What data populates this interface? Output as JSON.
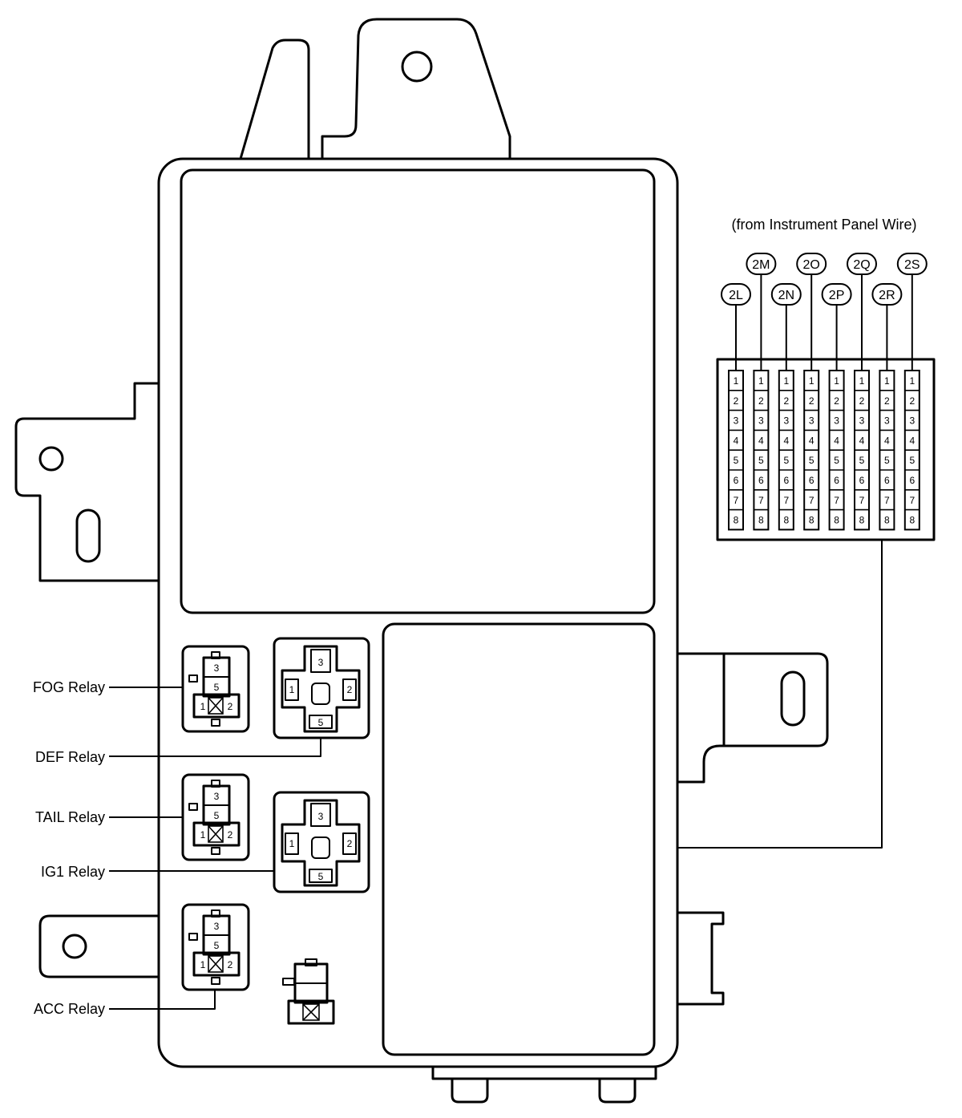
{
  "source_label": "(from Instrument Panel Wire)",
  "connectors": [
    {
      "id": "2L",
      "pins": [
        "1",
        "2",
        "3",
        "4",
        "5",
        "6",
        "7",
        "8"
      ]
    },
    {
      "id": "2M",
      "pins": [
        "1",
        "2",
        "3",
        "4",
        "5",
        "6",
        "7",
        "8"
      ]
    },
    {
      "id": "2N",
      "pins": [
        "1",
        "2",
        "3",
        "4",
        "5",
        "6",
        "7",
        "8"
      ]
    },
    {
      "id": "2O",
      "pins": [
        "1",
        "2",
        "3",
        "4",
        "5",
        "6",
        "7",
        "8"
      ]
    },
    {
      "id": "2P",
      "pins": [
        "1",
        "2",
        "3",
        "4",
        "5",
        "6",
        "7",
        "8"
      ]
    },
    {
      "id": "2Q",
      "pins": [
        "1",
        "2",
        "3",
        "4",
        "5",
        "6",
        "7",
        "8"
      ]
    },
    {
      "id": "2R",
      "pins": [
        "1",
        "2",
        "3",
        "4",
        "5",
        "6",
        "7",
        "8"
      ]
    },
    {
      "id": "2S",
      "pins": [
        "1",
        "2",
        "3",
        "4",
        "5",
        "6",
        "7",
        "8"
      ]
    }
  ],
  "relays": {
    "fog": {
      "label": "FOG Relay",
      "pins": [
        "3",
        "5",
        "1",
        "2"
      ]
    },
    "def": {
      "label": "DEF Relay",
      "pins": [
        "3",
        "1",
        "2",
        "5"
      ]
    },
    "tail": {
      "label": "TAIL Relay",
      "pins": [
        "3",
        "5",
        "1",
        "2"
      ]
    },
    "ig1": {
      "label": "IG1 Relay",
      "pins": [
        "3",
        "1",
        "2",
        "5"
      ]
    },
    "acc": {
      "label": "ACC Relay",
      "pins": [
        "3",
        "5",
        "1",
        "2"
      ]
    }
  }
}
